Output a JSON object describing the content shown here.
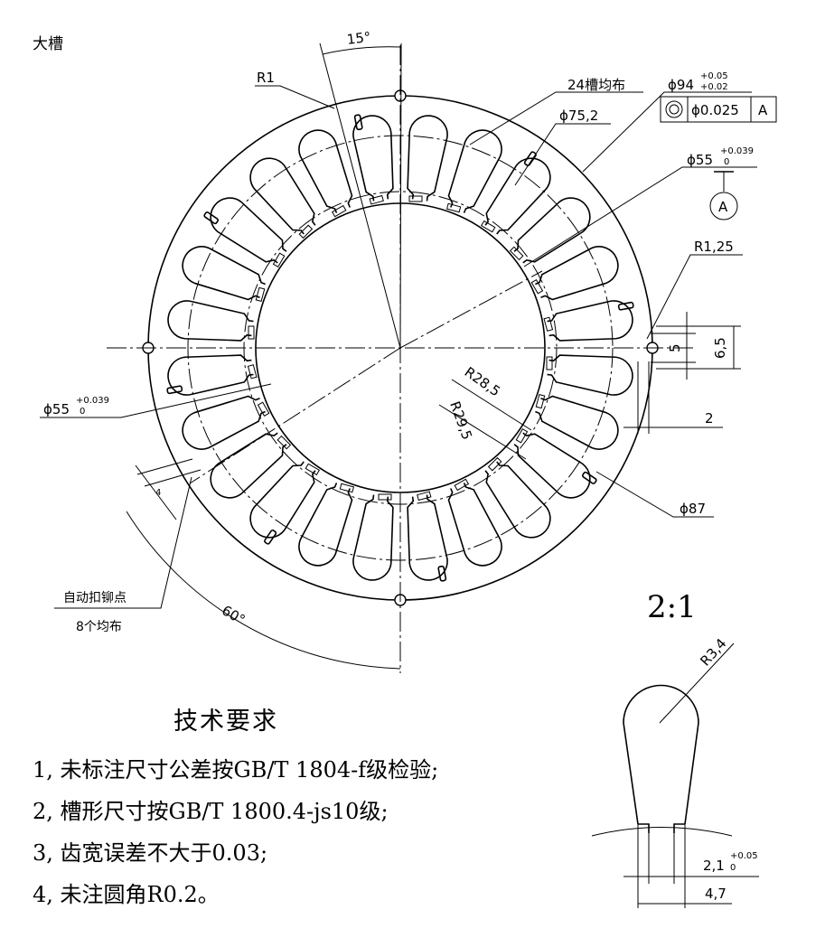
{
  "corner_label": "大槽",
  "scale_label": "2:1",
  "dimensions": {
    "angle_15": "15°",
    "r1": "R1",
    "slots_24": "24槽均布",
    "d94": "ϕ94",
    "d94_tol_upper": "+0.05",
    "d94_tol_lower": "+0.02",
    "tolerance_symbol": "◎",
    "tolerance_value": "ϕ0.025",
    "datum_ref": "A",
    "d75": "ϕ75,2",
    "d55_top": "ϕ55",
    "d55_top_tol": "+0.039",
    "d55_top_tol_lower": "0",
    "datum_label": "A",
    "r125": "R1,25",
    "dim_5": "5",
    "dim_65": "6,5",
    "dim_2": "2",
    "r285": "R28,5",
    "r295": "R29,5",
    "d55_left": "ϕ55",
    "d55_left_tol": "+0.039",
    "d55_left_tol_lower": "0",
    "dim_4": "4",
    "d87": "ϕ87",
    "angle_60": "60°",
    "rivet_label": "自动扣铆点",
    "rivet_count": "8个均布",
    "r34": "R3,4",
    "dim_21": "2,1",
    "dim_21_tol_upper": "+0.05",
    "dim_21_tol_lower": "0",
    "dim_47": "4,7"
  },
  "requirements": {
    "title": "技术要求",
    "items": [
      "1, 未标注尺寸公差按GB/T  1804-f级检验;",
      "2, 槽形尺寸按GB/T  1800.4-js10级;",
      "3, 齿宽误差不大于0.03;",
      "4, 未注圆角R0.2。"
    ]
  },
  "slot_count": 24,
  "rivet_point_count": 8
}
